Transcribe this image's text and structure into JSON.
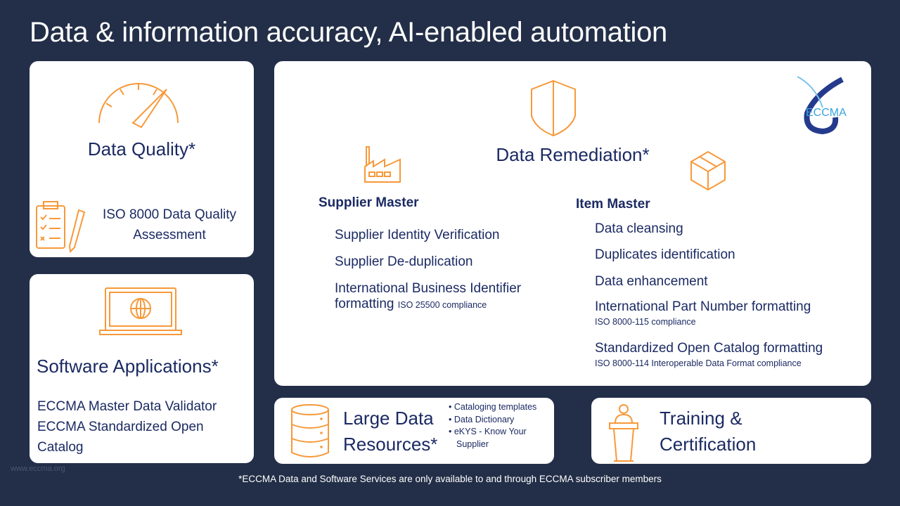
{
  "title": "Data & information accuracy, AI-enabled automation",
  "data_quality": {
    "heading": "Data Quality*",
    "item_line1": "ISO 8000 Data Quality",
    "item_line2": "Assessment"
  },
  "software": {
    "heading": "Software Applications*",
    "items": [
      "ECCMA Master Data Validator",
      "ECCMA Standardized Open",
      "Catalog"
    ]
  },
  "remediation": {
    "heading": "Data Remediation*",
    "logo_text": "ECCMA",
    "supplier": {
      "heading": "Supplier Master",
      "items": [
        "Supplier Identity Verification",
        "Supplier De-duplication",
        "International Business Identifier"
      ],
      "last_line": "formatting",
      "last_note": "ISO 25500 compliance"
    },
    "item": {
      "heading": "Item Master",
      "items": [
        "Data cleansing",
        "Duplicates identification",
        "Data enhancement",
        "International Part Number formatting",
        "Standardized Open Catalog formatting"
      ],
      "notes": [
        "ISO 8000-115 compliance",
        "ISO 8000-114 Interoperable Data Format compliance"
      ]
    }
  },
  "large_data": {
    "heading_line1": "Large Data",
    "heading_line2": "Resources*",
    "bullets": [
      "Cataloging templates",
      "Data Dictionary",
      "eKYS - Know Your"
    ],
    "bullet_cont": "Supplier"
  },
  "training": {
    "line1": "Training &",
    "line2": "Certification"
  },
  "website": "www.eccma.org",
  "footnote": "*ECCMA Data and Software Services are only available to and through ECCMA subscriber members"
}
